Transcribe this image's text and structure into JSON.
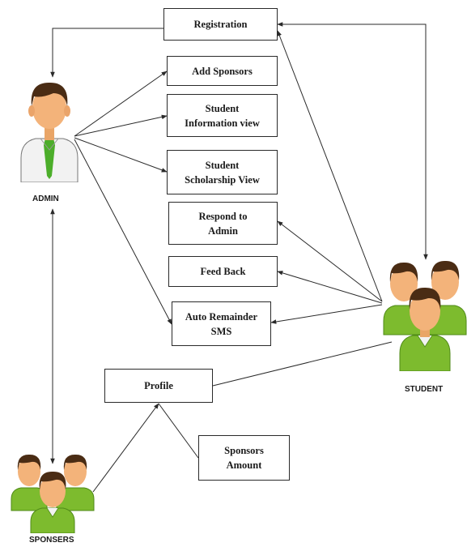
{
  "colors": {
    "line": "#2a2a2a",
    "skin": "#f3b37a",
    "hair": "#4a2c14",
    "green_shirt": "#7dbb2e",
    "white_shirt": "#f2f2f2",
    "tie": "#4cae2a"
  },
  "boxes": {
    "registration": "Registration",
    "add_sponsors": "Add Sponsors",
    "student_info_view_1": "Student",
    "student_info_view_2": "Information view",
    "student_scholarship_view_1": "Student",
    "student_scholarship_view_2": "Scholarship View",
    "respond_to_admin_1": "Respond to",
    "respond_to_admin_2": "Admin",
    "feed_back": "Feed Back",
    "auto_remainder_1": "Auto Remainder",
    "auto_remainder_2": "SMS",
    "profile": "Profile",
    "sponsors_amount_1": "Sponsors",
    "sponsors_amount_2": "Amount"
  },
  "actors": {
    "admin": "ADMIN",
    "student": "STUDENT",
    "sponsers": "SPONSERS"
  },
  "icons": {
    "admin": "admin-person-icon",
    "student": "student-group-icon",
    "sponsers": "sponsers-group-icon"
  }
}
